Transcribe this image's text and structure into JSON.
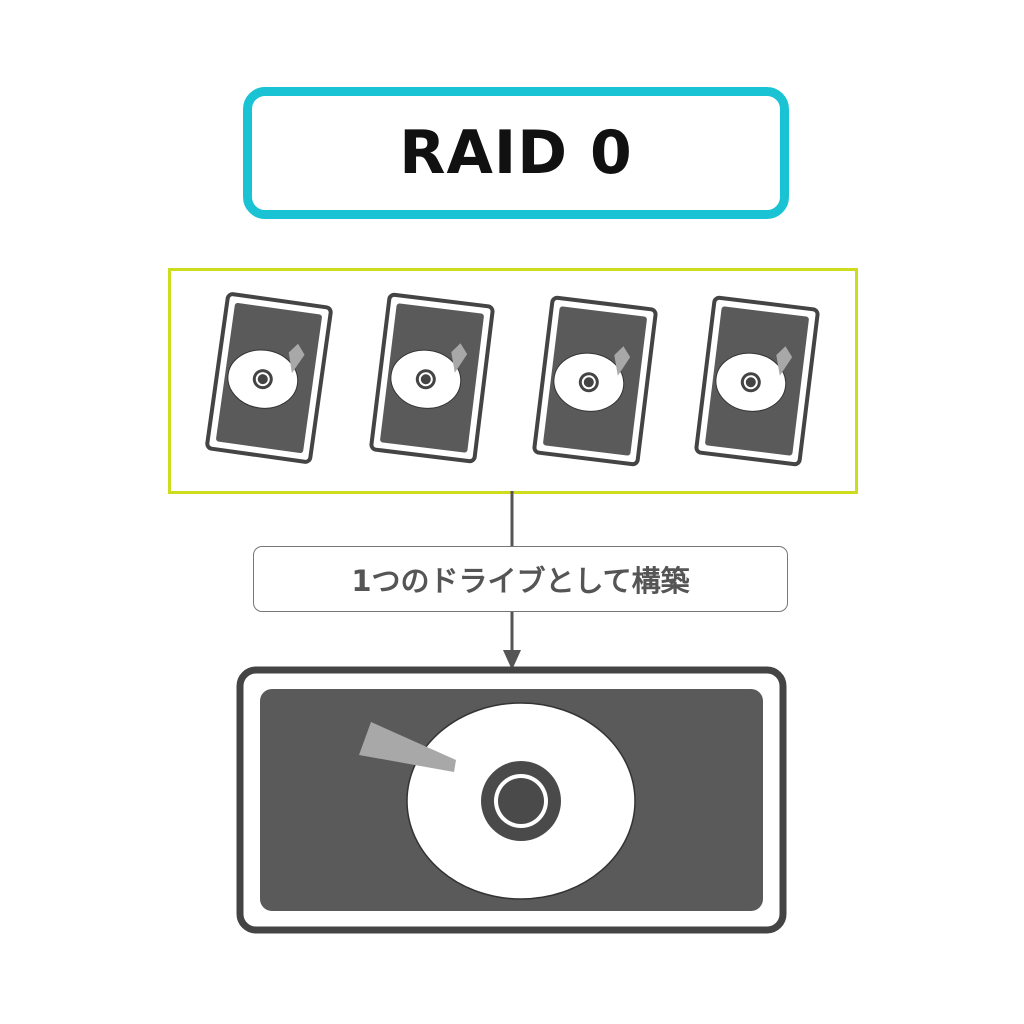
{
  "title": "RAID 0",
  "caption": "1つのドライブとして構築",
  "colors": {
    "title_border": "#19c3d4",
    "group_border": "#cddc1d",
    "drive_body": "#5a5a5a",
    "platter": "#ffffff",
    "arm": "#a8a8a8",
    "connector": "#555555"
  },
  "icons": {
    "small_drive": "hard-disk-drive-icon",
    "large_drive": "hard-disk-drive-icon",
    "arrow": "arrow-down-icon"
  },
  "small_drive_count": 4
}
